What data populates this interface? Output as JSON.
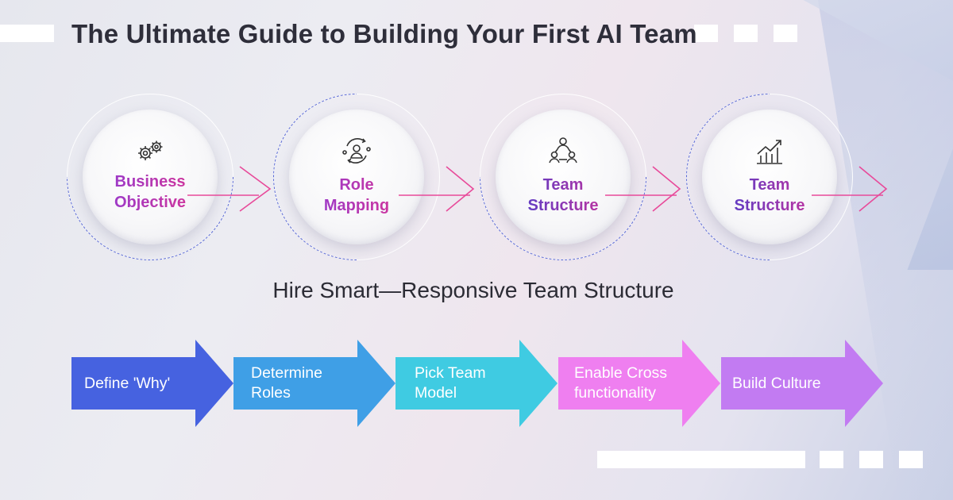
{
  "title": "The Ultimate Guide to Building Your First AI Team",
  "subtitle": "Hire Smart—Responsive Team Structure",
  "steps": [
    {
      "line1": "Business",
      "line2": "Objective",
      "icon": "gears-icon"
    },
    {
      "line1": "Role",
      "line2": "Mapping",
      "icon": "user-cycle-icon"
    },
    {
      "line1": "Team",
      "line2": "Structure",
      "icon": "team-network-icon"
    },
    {
      "line1": "Team",
      "line2": "Structure",
      "icon": "growth-chart-icon"
    }
  ],
  "process": [
    {
      "line1": "Define 'Why'",
      "line2": "",
      "color": "#4662e0"
    },
    {
      "line1": "Determine",
      "line2": "Roles",
      "color": "#3f9fe6"
    },
    {
      "line1": "Pick Team",
      "line2": "Model",
      "color": "#3fcbe2"
    },
    {
      "line1": "Enable Cross",
      "line2": "functionality",
      "color": "#ef7ff0"
    },
    {
      "line1": "Build Culture",
      "line2": "",
      "color": "#c27bf2"
    }
  ],
  "colors": {
    "connector": "#e84a9a",
    "dashed_ring": "#5b6bd6",
    "title": "#2e2e3a"
  }
}
